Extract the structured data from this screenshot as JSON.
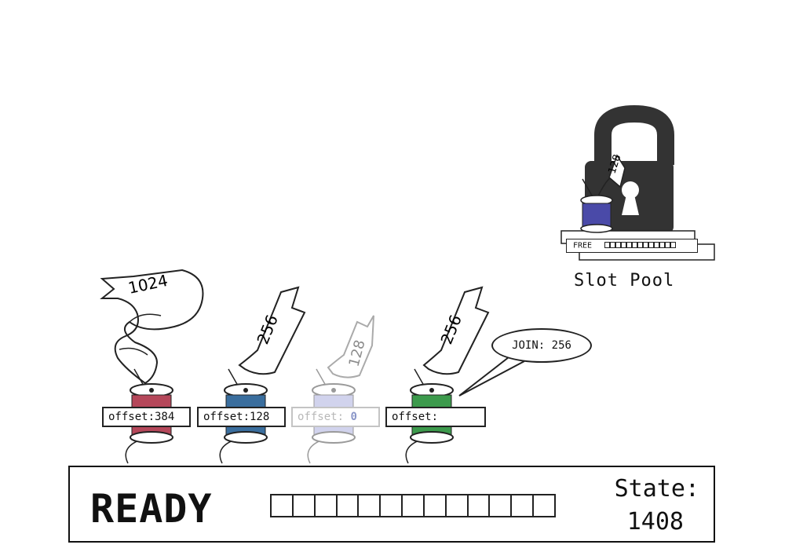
{
  "spools": [
    {
      "ribbon_value": "1024",
      "offset_label": "offset:384",
      "thread_color": "#b5475a",
      "faded": false
    },
    {
      "ribbon_value": "256",
      "offset_label": "offset:128",
      "thread_color": "#3a6e9e",
      "faded": false
    },
    {
      "ribbon_value": "128",
      "offset_label": "offset:",
      "offset_number": "0",
      "thread_color": "#9aa0d8",
      "faded": true
    },
    {
      "ribbon_value": "256",
      "offset_label": "offset:",
      "thread_color": "#3c9a4c",
      "faded": false
    }
  ],
  "speech_bubble": {
    "text": "JOIN: 256"
  },
  "slot_pool": {
    "label": "Slot Pool",
    "ribbon_value": "128",
    "thread_color": "#4a4aa8",
    "card_text": "FREE",
    "card_cells": 13
  },
  "status": {
    "word": "READY",
    "progress_cells": 13,
    "state_label": "State:",
    "state_value": "1408"
  },
  "colors": {
    "lock": "#333333",
    "ink": "#111111"
  }
}
